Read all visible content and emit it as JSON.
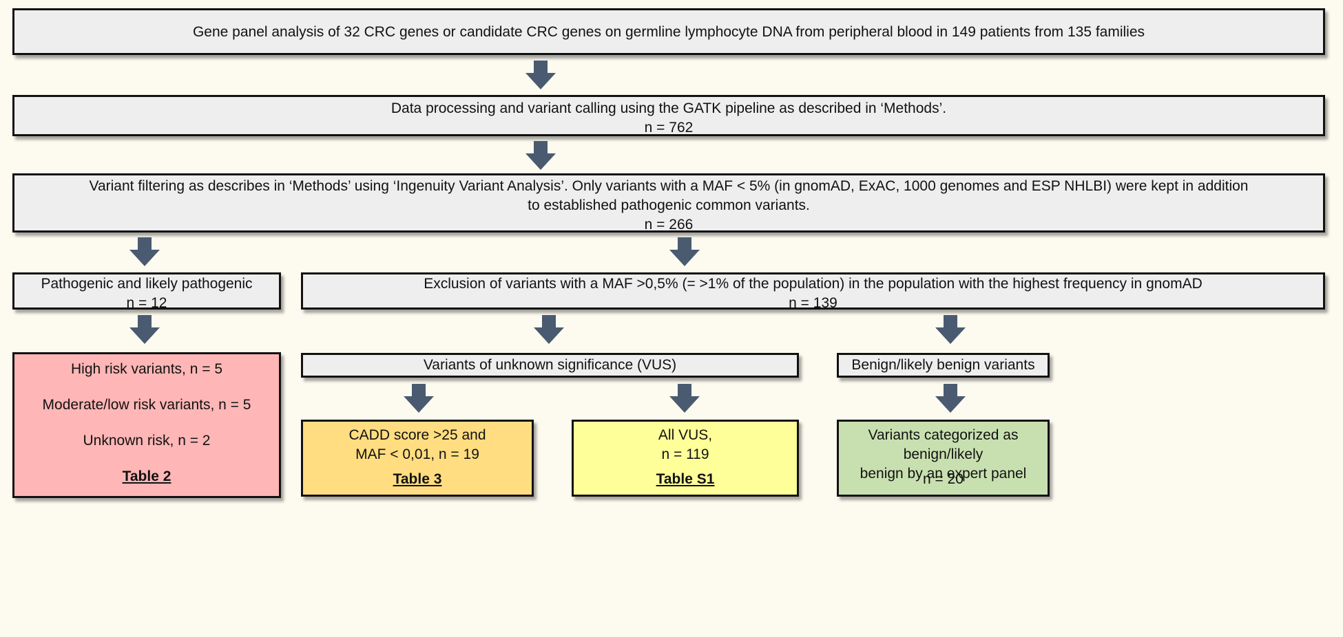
{
  "boxes": {
    "gene_panel": {
      "lines": [
        "Gene panel analysis of 32 CRC genes or candidate CRC genes on germline lymphocyte DNA from peripheral blood in 149 patients from 135 families"
      ]
    },
    "data_processing": {
      "lines": [
        "Data processing and variant calling using the GATK pipeline as described in ‘Methods’.",
        "n =  762"
      ]
    },
    "variant_filtering": {
      "lines": [
        "Variant filtering as describes in ‘Methods’ using ‘Ingenuity Variant Analysis’. Only variants with a MAF < 5% (in gnomAD, ExAC, 1000 genomes and ESP NHLBI) were kept in addition",
        "to established pathogenic common variants.",
        "n = 266"
      ]
    },
    "pathogenic": {
      "lines": [
        "Pathogenic and likely pathogenic",
        "n = 12"
      ]
    },
    "exclusion": {
      "lines": [
        "Exclusion of variants with a MAF >0,5% (= >1% of the population) in the population with the highest frequency in gnomAD",
        "n = 139"
      ]
    },
    "risk": {
      "lines": [
        "High risk variants, n = 5",
        "Moderate/low risk variants, n = 5",
        "Unknown risk, n = 2"
      ],
      "ref": "Table 2"
    },
    "vus": {
      "lines": [
        "Variants of unknown  significance (VUS)"
      ]
    },
    "benign": {
      "lines": [
        "Benign/likely benign variants"
      ]
    },
    "cadd": {
      "lines": [
        "CADD score >25 and",
        "MAF < 0,01, n = 19"
      ],
      "ref": "Table 3"
    },
    "all_vus": {
      "lines": [
        "All VUS,",
        "n = 119"
      ],
      "ref": "Table S1"
    },
    "expert": {
      "lines": [
        "Variants categorized as benign/likely",
        "benign by an expert panel",
        "n = 20"
      ]
    }
  },
  "colors": {
    "arrow": "#4a5a70",
    "default_box": "#eeeeee",
    "high_risk_box": "#ffb6b6",
    "cadd_box": "#ffdd80",
    "all_vus_box": "#ffff99",
    "benign_box": "#c8e0b0"
  }
}
